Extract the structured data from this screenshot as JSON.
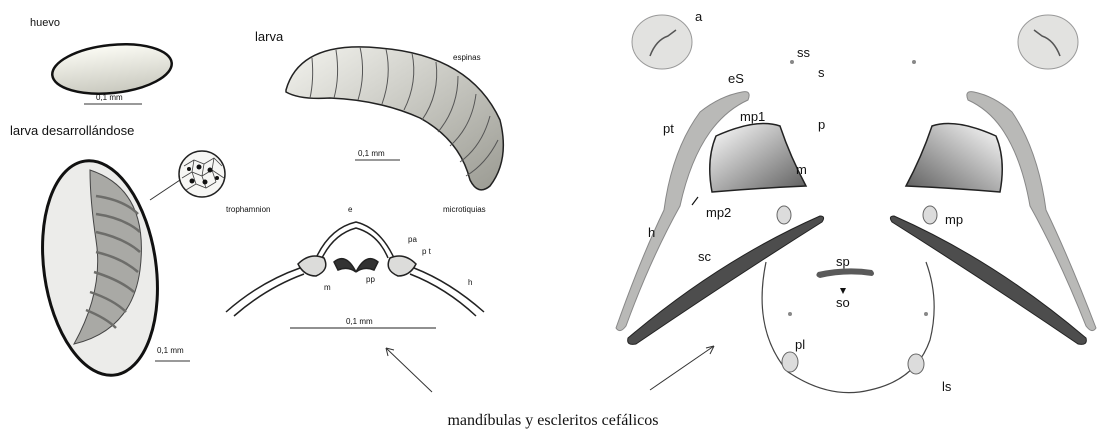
{
  "labels": {
    "huevo": "huevo",
    "larva": "larva",
    "larva_desarrollandose": "larva desarrollándose",
    "espinas": "espinas",
    "trophamnion": "trophamnion",
    "microtiquias": "microtiquias",
    "scale_egg": "0,1 mm",
    "scale_larva": "0,1 mm",
    "scale_dev": "0,1 mm",
    "scale_mouth": "0,1 mm"
  },
  "mouthparts_small": {
    "e": "e",
    "pa": "pa",
    "pt": "p t",
    "m": "m",
    "pp": "pp",
    "h": "h"
  },
  "mouthparts_large": {
    "a": "a",
    "ss": "ss",
    "s": "s",
    "es": "eS",
    "pt": "pt",
    "mp1": "mp1",
    "p": "p",
    "m": "m",
    "mp2": "mp2",
    "h": "h",
    "mp": "mp",
    "sc": "sc",
    "sp": "sp",
    "so": "so",
    "pl": "pl",
    "ls": "ls"
  },
  "caption": "mandíbulas y escleritos cefálicos"
}
